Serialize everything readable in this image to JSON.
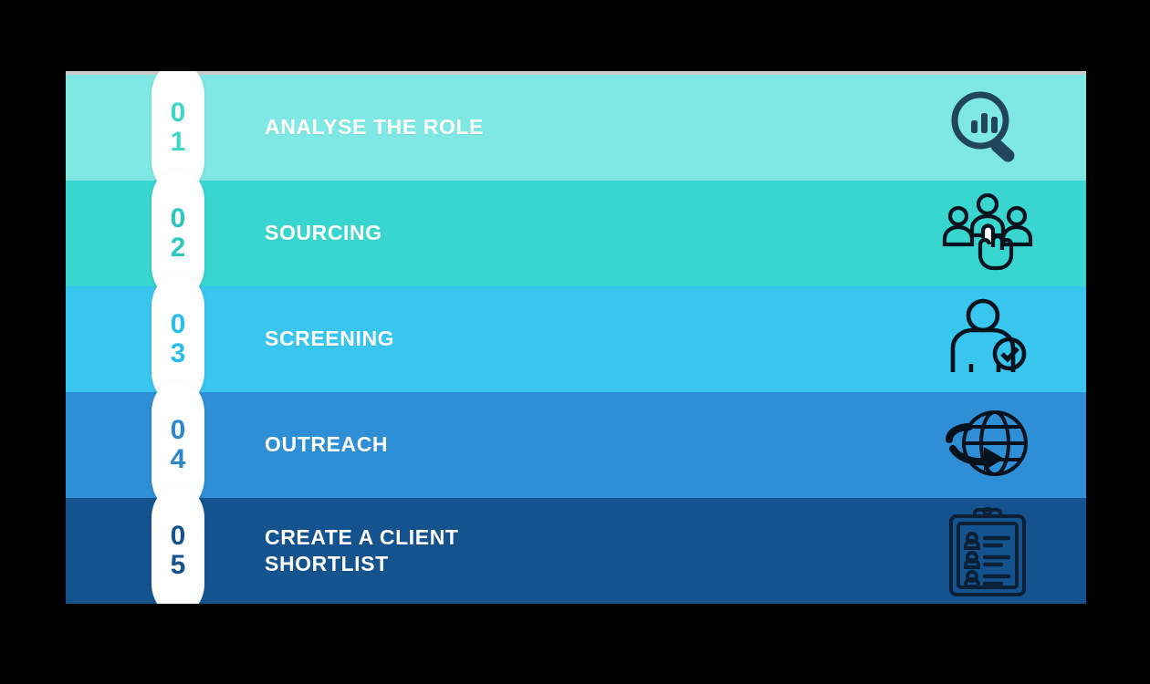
{
  "canvas": {
    "background": "#000000",
    "top_strip_color": "#c9cdcd"
  },
  "steps": [
    {
      "number": "01",
      "digit_top": "0",
      "digit_bottom": "1",
      "label": "ANALYSE THE ROLE",
      "label_line1": "ANALYSE THE ROLE",
      "label_line2": "",
      "background": "#80e8e4",
      "accent": "#3dd6c8",
      "icon": "magnifier-chart-icon",
      "icon_color": "#22455e"
    },
    {
      "number": "02",
      "digit_top": "0",
      "digit_bottom": "2",
      "label": "SOURCING",
      "label_line1": "SOURCING",
      "label_line2": "",
      "background": "#38d6ce",
      "accent": "#2ec6bd",
      "icon": "people-select-icon",
      "icon_color": "#06121d"
    },
    {
      "number": "03",
      "digit_top": "0",
      "digit_bottom": "3",
      "label": "SCREENING",
      "label_line1": "SCREENING",
      "label_line2": "",
      "background": "#38c6ef",
      "accent": "#29bdea",
      "icon": "person-check-icon",
      "icon_color": "#06121d"
    },
    {
      "number": "04",
      "digit_top": "0",
      "digit_bottom": "4",
      "label": "OUTREACH",
      "label_line1": "OUTREACH",
      "label_line2": "",
      "background": "#2e8fd6",
      "accent": "#2b86cc",
      "icon": "globe-arrow-icon",
      "icon_color": "#06121d"
    },
    {
      "number": "05",
      "digit_top": "0",
      "digit_bottom": "5",
      "label": "CREATE A CLIENT SHORTLIST",
      "label_line1": "CREATE A CLIENT",
      "label_line2": "SHORTLIST",
      "background": "#15538f",
      "accent": "#14528d",
      "icon": "clipboard-candidates-icon",
      "icon_color": "#0a2036"
    }
  ]
}
